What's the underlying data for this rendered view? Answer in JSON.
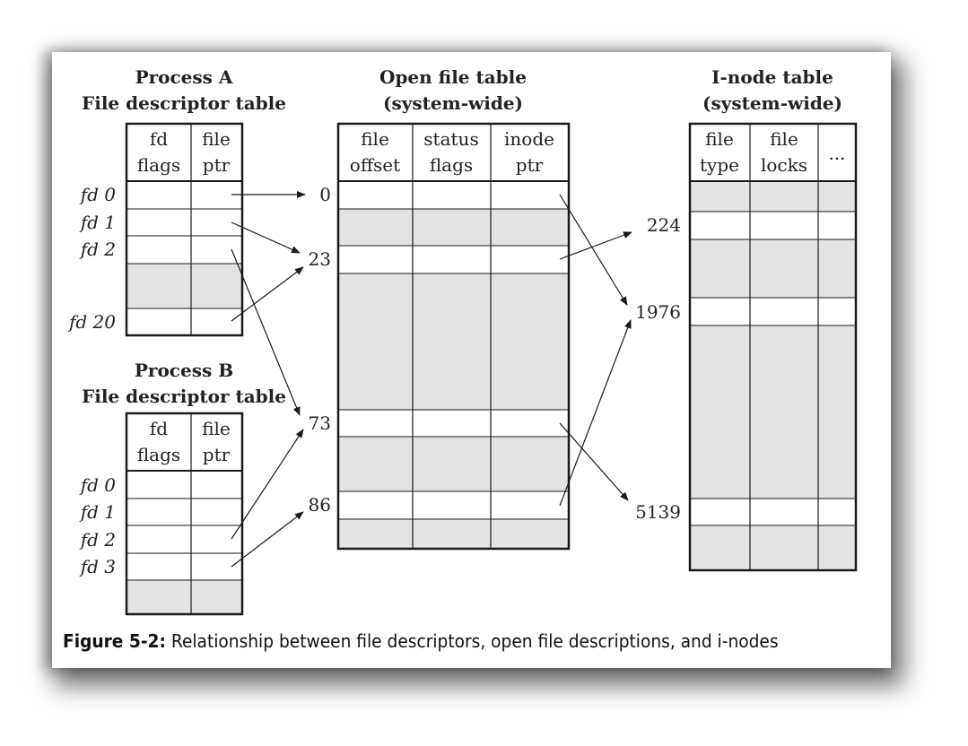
{
  "caption": {
    "label": "Figure 5-2:",
    "text": "Relationship between file descriptors, open file descriptions, and i-nodes"
  },
  "process_a": {
    "title_line1": "Process A",
    "title_line2": "File descriptor table",
    "col_headers": [
      [
        "fd",
        "flags"
      ],
      [
        "file",
        "ptr"
      ]
    ],
    "rows": [
      "fd 0",
      "fd 1",
      "fd 2",
      "",
      "fd 20"
    ]
  },
  "process_b": {
    "title_line1": "Process B",
    "title_line2": "File descriptor table",
    "col_headers": [
      [
        "fd",
        "flags"
      ],
      [
        "file",
        "ptr"
      ]
    ],
    "rows": [
      "fd 0",
      "fd 1",
      "fd 2",
      "fd 3",
      ""
    ]
  },
  "open_file_table": {
    "title_line1": "Open file table",
    "title_line2": "(system-wide)",
    "col_headers": [
      [
        "file",
        "offset"
      ],
      [
        "status",
        "flags"
      ],
      [
        "inode",
        "ptr"
      ]
    ],
    "indices": [
      "0",
      "23",
      "73",
      "86"
    ]
  },
  "inode_table": {
    "title_line1": "I-node table",
    "title_line2": "(system-wide)",
    "col_headers": [
      [
        "file",
        "type"
      ],
      [
        "file",
        "locks"
      ],
      [
        "..."
      ]
    ],
    "indices": [
      "224",
      "1976",
      "5139"
    ]
  },
  "colors": {
    "shaded": "#e3e3e3",
    "line": "#1a1a1a"
  }
}
